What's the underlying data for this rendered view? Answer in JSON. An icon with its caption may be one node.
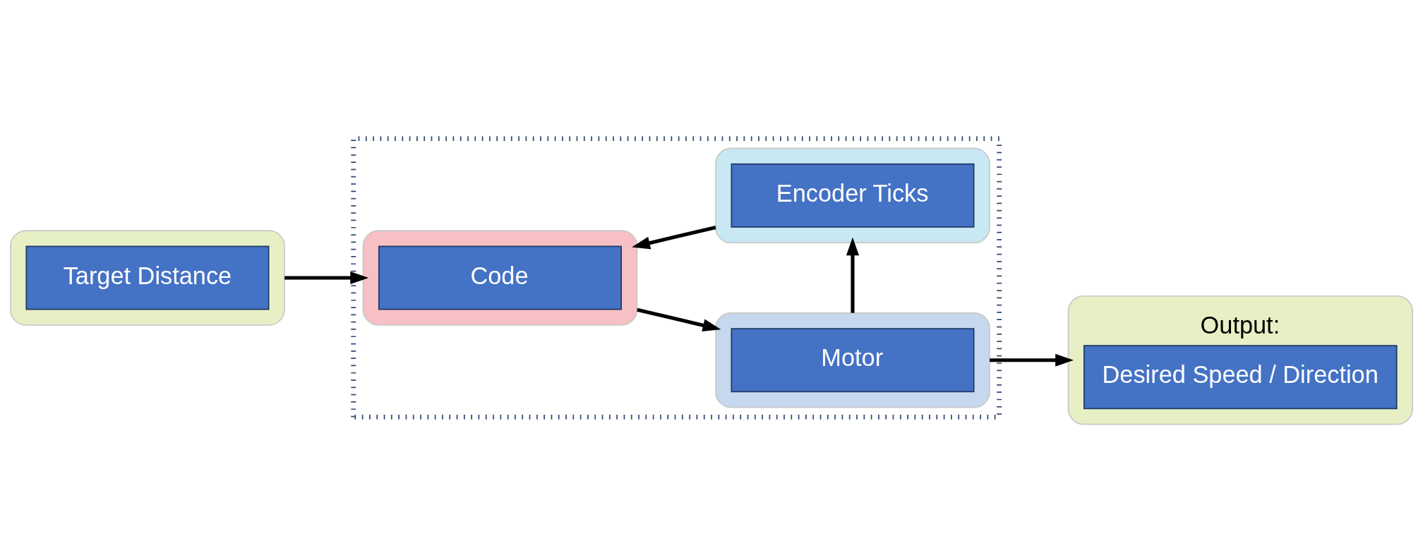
{
  "diagram": {
    "nodes": [
      {
        "text": [
          "Target Distance"
        ]
      },
      {
        "text": [],
        "shape": "box"
      },
      {
        "text": [
          "Code"
        ],
        "in": 1
      },
      {
        "text": [
          "Motor"
        ],
        "in": 1
      },
      {
        "text": [
          "Encoder Ticks"
        ],
        "in": 1
      },
      {
        "text": [
          "Output:",
          "Desired Speed / Direction"
        ]
      }
    ],
    "edges": [
      {
        "from": 0,
        "to": 2,
        "arrow": "to"
      },
      {
        "from": 2,
        "to": 3,
        "arrow": "to"
      },
      {
        "from": 3,
        "to": 5,
        "arrow": "to"
      },
      {
        "from": 3,
        "to": 4,
        "arrow": "to"
      },
      {
        "from": 4,
        "to": 2,
        "arrow": "to"
      }
    ]
  }
}
